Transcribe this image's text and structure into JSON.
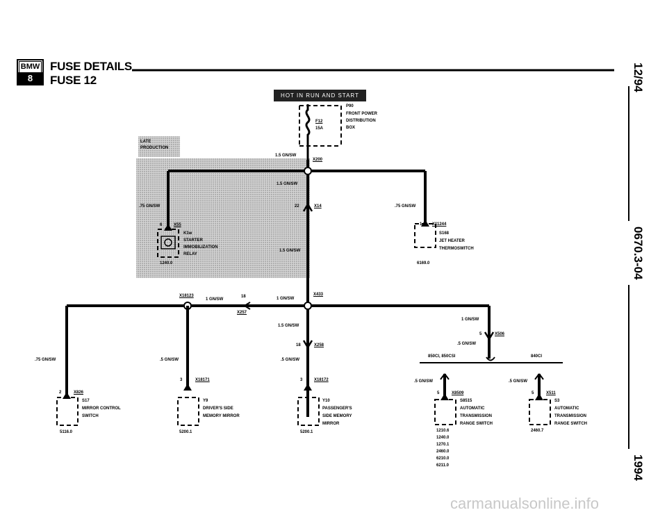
{
  "header": {
    "logo_top": "BMW",
    "logo_bottom": "8",
    "title": "FUSE DETAILS",
    "subtitle": "FUSE 12"
  },
  "side": {
    "date": "12/94",
    "doc_number": "0670.3-04",
    "year": "1994"
  },
  "supply": {
    "banner": "HOT IN RUN AND START",
    "connector": "P90",
    "fuse": "F12",
    "fuse_rating": "15A",
    "desc1": "FRONT POWER",
    "desc2": "DISTRIBUTION",
    "desc3": "BOX"
  },
  "late_production": {
    "line1": "LATE",
    "line2": "PRODUCTION",
    "wire": ".75 GN/SW",
    "pin": "6",
    "connector": "X55",
    "comp": "K1w",
    "desc1": "STARTER",
    "desc2": "IMMOBILIZATION",
    "desc3": "RELAY",
    "ref": "1240.0"
  },
  "main": {
    "w1": "1.5 GN/SW",
    "x200": "X200",
    "w2": "1.5 GN/SW",
    "pin22": "22",
    "x14": "X14",
    "w3": "1.5 GN/SW",
    "w4": "1 GN/SW",
    "x433": "X433",
    "x18123": "X18123",
    "w5": "1 GN/SW",
    "pin18a": "18",
    "x257": "X257",
    "w6": "1.5 GN/SW",
    "pin18b": "18",
    "x258": "X258",
    "w7": ".5 GN/SW"
  },
  "jet_heater": {
    "wire": ".75 GN/SW",
    "pin": "1",
    "connector": "X11244",
    "comp": "S168",
    "desc1": "JET HEATER",
    "desc2": "THERMOSWITCH",
    "ref": "6169.0"
  },
  "mirror_ctrl": {
    "wire": ".75 GN/SW",
    "pin": "2",
    "connector": "X826",
    "comp": "S17",
    "desc1": "MIRROR CONTROL",
    "desc2": "SWITCH",
    "ref": "5116.0"
  },
  "driver_mirror": {
    "wire": ".5 GN/SW",
    "pin": "3",
    "connector": "X18171",
    "comp": "Y9",
    "desc1": "DRIVER'S SIDE",
    "desc2": "MEMORY MIRROR",
    "ref": "5200.1"
  },
  "pass_mirror": {
    "pin": "3",
    "connector": "X18172",
    "comp": "Y10",
    "desc1": "PASSENGER'S",
    "desc2": "SIDE MEMORY",
    "desc3": "MIRROR",
    "ref": "5200.1"
  },
  "trans": {
    "w1": "1 GN/SW",
    "pin": "5",
    "connector": "X506",
    "w2": ".5 GN/SW",
    "branch_a": "850CI, 850CSI",
    "branch_b": "840CI",
    "a_wire": ".5 GN/SW",
    "a_pin": "5",
    "a_connector": "X8509",
    "a_comp": "S8515",
    "a_desc1": "AUTOMATIC",
    "a_desc2": "TRANSMISSION",
    "a_desc3": "RANGE SWITCH",
    "a_refs": [
      "1210.6",
      "1240.0",
      "1270.1",
      "2460.0",
      "6210.0",
      "6211.0"
    ],
    "b_wire": ".5 GN/SW",
    "b_pin": "5",
    "b_connector": "X511",
    "b_comp": "S3",
    "b_desc1": "AUTOMATIC",
    "b_desc2": "TRANSMISSION",
    "b_desc3": "RANGE SWITCH",
    "b_ref": "2460.7"
  },
  "watermark": "carmanualsonline.info"
}
